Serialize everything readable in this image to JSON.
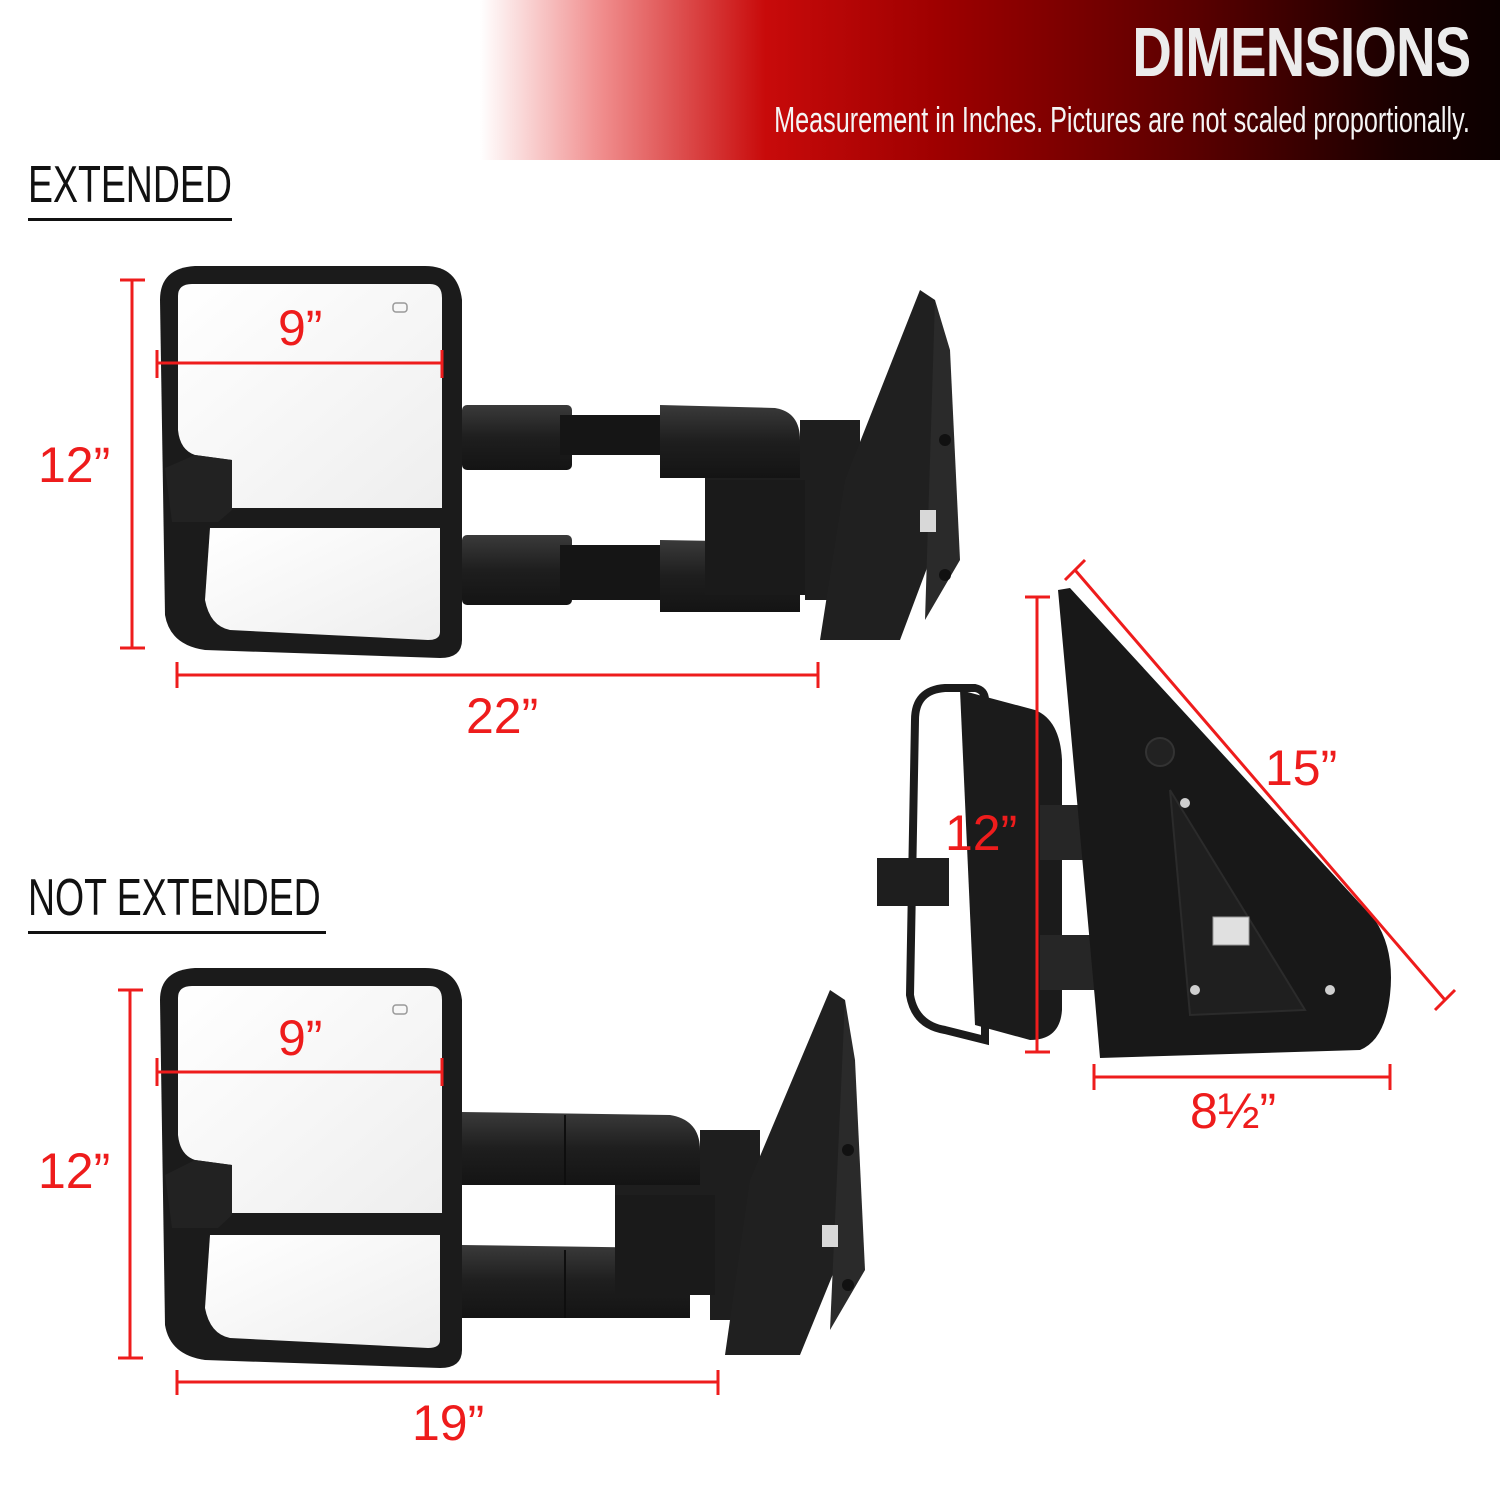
{
  "header": {
    "title": "DIMENSIONS",
    "subtitle": "Measurement in Inches. Pictures are not scaled proportionally."
  },
  "colors": {
    "accent_red": "#ee1c1c",
    "banner_dark": "#0c0000",
    "banner_mid": "#9e0000",
    "mirror_black": "#1b1b1b"
  },
  "sections": {
    "extended": {
      "label": "EXTENDED",
      "glass_width": "9”",
      "height": "12”",
      "total_length": "22”"
    },
    "not_extended": {
      "label": "NOT EXTENDED",
      "glass_width": "9”",
      "height": "12”",
      "total_length": "19”"
    },
    "side_view": {
      "height": "12”",
      "diagonal": "15”",
      "base_width": "8½”"
    }
  }
}
